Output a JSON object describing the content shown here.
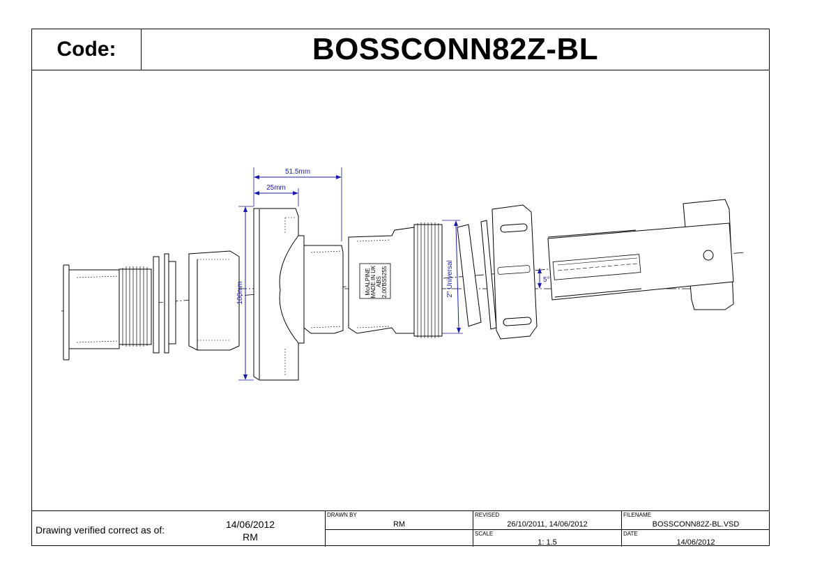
{
  "header": {
    "code_label": "Code:",
    "code_value": "BOSSCONN82Z-BL"
  },
  "dimensions": {
    "d1": "51.5mm",
    "d2": "25mm",
    "d3": "100mm",
    "d4": "2\" Universal",
    "d5": "5°"
  },
  "part_marking": {
    "line1": "McALPINE",
    "line2": "MADE IN UK",
    "line3": "ABS",
    "line4": "2.00\"",
    "line5": "BS5255"
  },
  "footer": {
    "verified_label": "Drawing verified  correct as of:",
    "verified_date": "14/06/2012",
    "verified_by": "RM",
    "drawn_by_caption": "DRAWN BY",
    "drawn_by": "RM",
    "revised_caption": "REVISED",
    "revised": "26/10/2011, 14/06/2012",
    "scale_caption": "SCALE",
    "scale": "1: 1.5",
    "filename_caption": "FILENAME",
    "filename": "BOSSCONN82Z-BL.VSD",
    "date_caption": "DATE",
    "date": "14/06/2012"
  },
  "colors": {
    "dimension": "#1a1aa8",
    "line": "#000000"
  }
}
